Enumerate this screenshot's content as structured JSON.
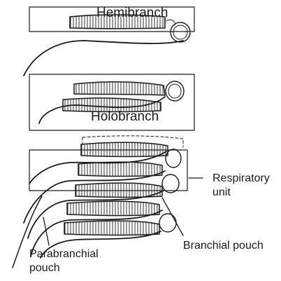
{
  "diagram": {
    "labels": {
      "hemibranch": "Hemibranch",
      "holobranch": "Holobranch",
      "respiratory_unit_line1": "Respiratory",
      "respiratory_unit_line2": "unit",
      "branchial_pouch": "Branchial pouch",
      "parabranchial_line1": "Parabranchial",
      "parabranchial_line2": "pouch"
    },
    "colors": {
      "ink": "#1a1a1a",
      "background": "#ffffff"
    }
  }
}
